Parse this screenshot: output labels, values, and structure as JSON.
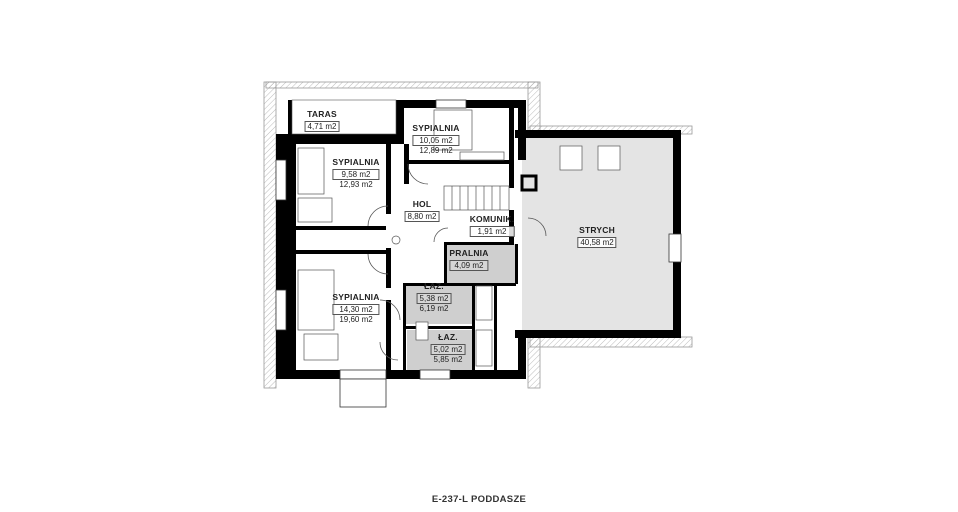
{
  "caption": "E-237-L PODDASZE",
  "rooms": {
    "taras": {
      "name": "TARAS",
      "area": "4,71 m2"
    },
    "sypialnia1": {
      "name": "SYPIALNIA",
      "area": "10,05 m2",
      "area2": "12,89 m2"
    },
    "sypialnia2": {
      "name": "SYPIALNIA",
      "area": "9,58 m2",
      "area2": "12,93 m2"
    },
    "hol": {
      "name": "HOL",
      "area": "8,80 m2"
    },
    "komunik": {
      "name": "KOMUNIK.",
      "area": "1,91 m2"
    },
    "strych": {
      "name": "STRYCH",
      "area": "40,58 m2"
    },
    "pralnia": {
      "name": "PRALNIA",
      "area": "4,09 m2"
    },
    "laz1": {
      "name": "ŁAZ.",
      "area": "5,38 m2",
      "area2": "6,19 m2"
    },
    "sypialnia3": {
      "name": "SYPIALNIA",
      "area": "14,30 m2",
      "area2": "19,60 m2"
    },
    "laz2": {
      "name": "ŁAZ.",
      "area": "5,02 m2",
      "area2": "5,85 m2"
    }
  },
  "colors": {
    "wall": "#000000",
    "attic_fill": "#e4e4e4",
    "wet_room_fill": "#cfcfcf",
    "roof_edge": "#999999"
  }
}
